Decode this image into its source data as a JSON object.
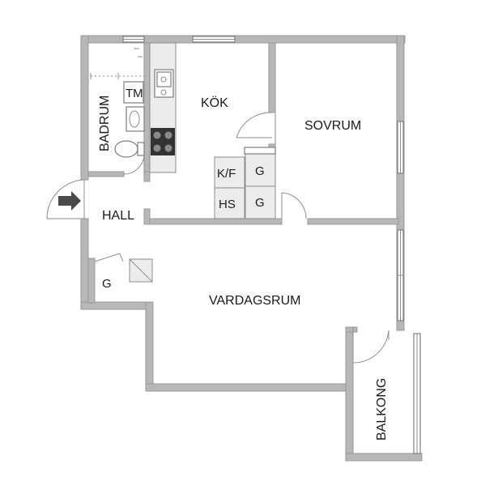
{
  "rooms": {
    "kok": "KÖK",
    "sovrum": "SOVRUM",
    "badrum": "BADRUM",
    "hall": "HALL",
    "vardagsrum": "VARDAGSRUM",
    "balkong": "BALKONG"
  },
  "fixtures": {
    "tm": "TM",
    "kf": "K/F",
    "hs": "HS",
    "g_closet_1": "G",
    "g_closet_2": "G",
    "g_closet_3": "G"
  },
  "icons": {
    "entrance": "entrance-arrow-icon",
    "stove": "stove-icon",
    "sink": "sink-icon",
    "toilet": "toilet-icon",
    "washbasin": "washbasin-icon"
  },
  "colors": {
    "wall": "#b7b7b7",
    "cabinet": "#ececec",
    "stove": "#333333",
    "arrow": "#4a4a4a"
  }
}
